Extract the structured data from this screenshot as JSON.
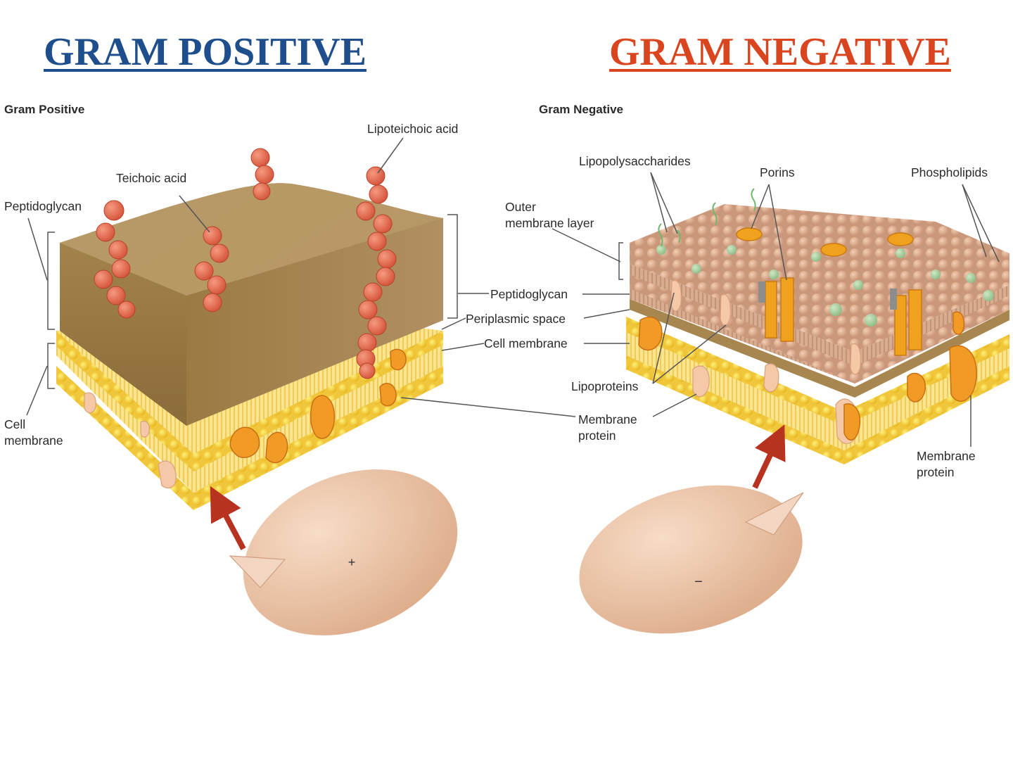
{
  "titles": {
    "positive": "GRAM POSITIVE",
    "negative": "GRAM NEGATIVE"
  },
  "subtitles": {
    "positive": "Gram Positive",
    "negative": "Gram Negative"
  },
  "labels": {
    "lipoteichoic_acid": "Lipoteichoic acid",
    "teichoic_acid": "Teichoic acid",
    "peptidoglycan_left": "Peptidoglycan",
    "cell_membrane_left": "Cell\nmembrane",
    "lipopolysaccharides": "Lipopolysaccharides",
    "porins": "Porins",
    "phospholipids": "Phospholipids",
    "outer_membrane_layer": "Outer\nmembrane layer",
    "peptidoglycan_center": "Peptidoglycan",
    "periplasmic_space": "Periplasmic space",
    "cell_membrane_center": "Cell membrane",
    "lipoproteins": "Lipoproteins",
    "membrane_protein_center": "Membrane\nprotein",
    "membrane_protein_right": "Membrane\nprotein"
  },
  "cells": {
    "positive_sign": "+",
    "negative_sign": "−"
  },
  "colors": {
    "title_positive": "#1f4e8c",
    "title_negative": "#d9451f",
    "peptidoglycan": "#a8874f",
    "membrane": "#f4c531",
    "bead": "#e5684d",
    "cell": "#ecc3a4",
    "arrow": "#b8331f"
  }
}
